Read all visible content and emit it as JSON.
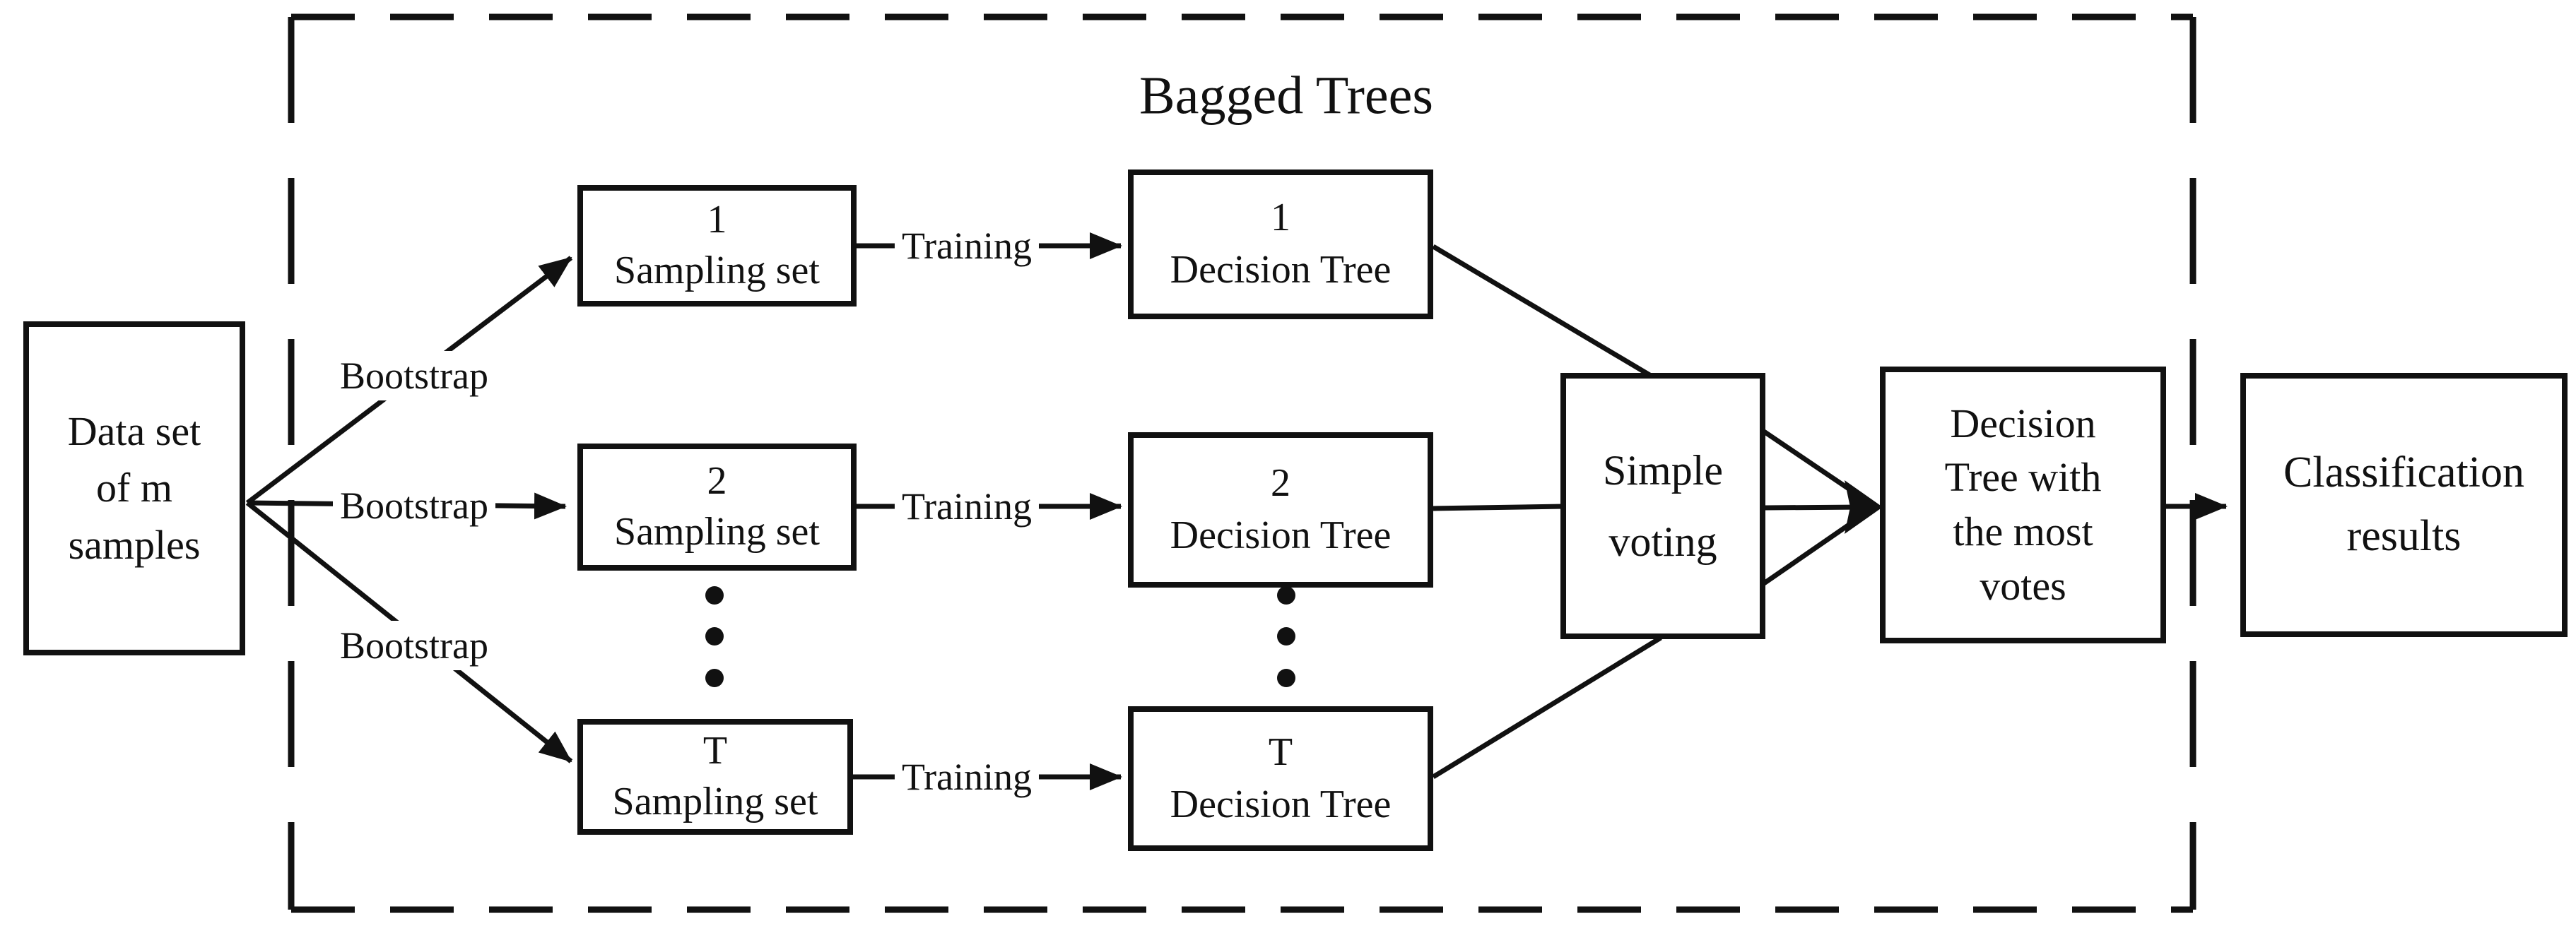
{
  "figure": {
    "title": "Bagged Trees",
    "nodes": {
      "dataset": "Data set\nof m\nsamples",
      "sampling_1": "1\nSampling set",
      "sampling_2": "2\nSampling set",
      "sampling_t": "T\nSampling set",
      "tree_1": "1\nDecision Tree",
      "tree_2": "2\nDecision Tree",
      "tree_t": "T\nDecision Tree",
      "voting": "Simple\nvoting",
      "best_tree": "Decision\nTree with\nthe most\nvotes",
      "classification": "Classification\nresults"
    },
    "edge_labels": {
      "bootstrap_1": "Bootstrap",
      "bootstrap_2": "Bootstrap",
      "bootstrap_3": "Bootstrap",
      "training_1": "Training",
      "training_2": "Training",
      "training_3": "Training"
    },
    "colors": {
      "ink": "#111111",
      "background": "#ffffff"
    }
  }
}
